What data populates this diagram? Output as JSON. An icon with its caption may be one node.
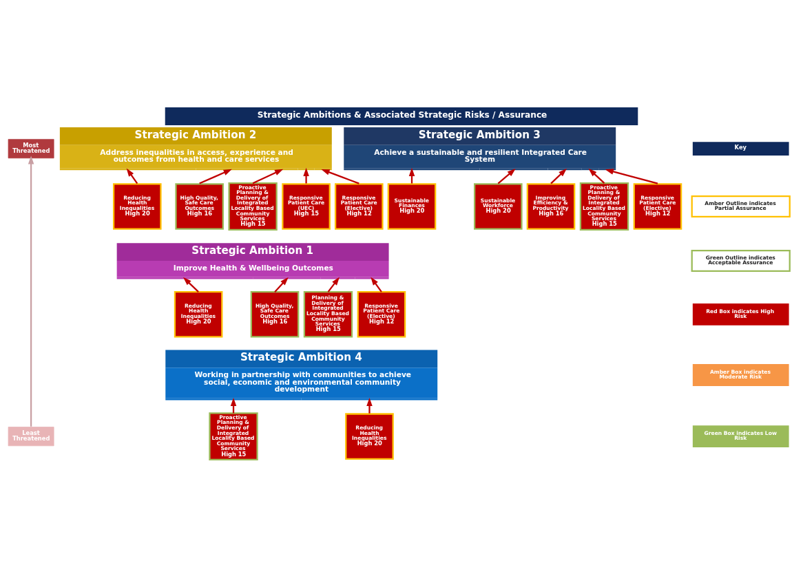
{
  "diagram": {
    "title": "Strategic Ambitions & Associated Strategic Risks / Assurance",
    "nodes": [
      {
        "text": [
          "Most Threatened"
        ]
      },
      {
        "text": [
          "Strategic Ambition 2",
          "Address inequalities in access, experience and outcomes from health and care services"
        ]
      },
      {
        "text": [
          "Strategic Ambition 3",
          "Achieve a sustainable and resilient Integrated Care System"
        ]
      },
      {
        "text": [
          "Reducing Health Inequalities",
          "High 20"
        ]
      },
      {
        "text": [
          "High Quality, Safe Care Outcomes",
          "High 16"
        ]
      },
      {
        "text": [
          "Proactive Planning & Delivery of Integrated Locality Based Community Services",
          "High 15"
        ]
      },
      {
        "text": [
          "Responsive Patient Care (UEC)",
          "High 15"
        ]
      },
      {
        "text": [
          "Responsive Patient Care (Elective)",
          "High 12"
        ]
      },
      {
        "text": [
          "Sustainable Finances",
          "High 20"
        ]
      },
      {
        "text": [
          "Sustainable Workforce",
          "High 20"
        ]
      },
      {
        "text": [
          "Improving Efficiency & Productivity",
          "High 16"
        ]
      },
      {
        "text": [
          "Proactive Planning & Delivery of Integrated Locality Based Community Services",
          "High 15"
        ]
      },
      {
        "text": [
          "Responsive Patient Care (Elective)",
          "High 12"
        ]
      },
      {
        "text": [
          "Strategic Ambition 1",
          "Improve Health & Wellbeing Outcomes"
        ]
      },
      {
        "text": [
          "Reducing Health Inequalities",
          "High 20"
        ]
      },
      {
        "text": [
          "High Quality, Safe Care Outcomes",
          "High 16"
        ]
      },
      {
        "text": [
          "Planning & Delivery of Integrated Locality Based Community Services",
          "High 15"
        ]
      },
      {
        "text": [
          "Responsive Patient Care (Elective)",
          "High 12"
        ]
      },
      {
        "text": [
          "Strategic Ambition 4",
          "Working in partnership with communities to achieve social, economic and environmental community development"
        ]
      },
      {
        "text": [
          "Proactive Planning & Delivery of Integrated Locality Based Community Services",
          "High 15"
        ]
      },
      {
        "text": [
          "Reducing Health Inequalities",
          "High 20"
        ]
      },
      {
        "text": [
          "Least Threatened"
        ]
      }
    ],
    "edges": [
      {
        "from": 3,
        "to": 1,
        "arrow": "to"
      },
      {
        "from": 4,
        "to": 1,
        "arrow": "to"
      },
      {
        "from": 5,
        "to": 1,
        "arrow": "to"
      },
      {
        "from": 6,
        "to": 1,
        "arrow": "to"
      },
      {
        "from": 7,
        "to": 1,
        "arrow": "to"
      },
      {
        "from": 8,
        "to": 2,
        "arrow": "to"
      },
      {
        "from": 9,
        "to": 2,
        "arrow": "to"
      },
      {
        "from": 10,
        "to": 2,
        "arrow": "to"
      },
      {
        "from": 11,
        "to": 2,
        "arrow": "to"
      },
      {
        "from": 12,
        "to": 2,
        "arrow": "to"
      },
      {
        "from": 14,
        "to": 13,
        "arrow": "to"
      },
      {
        "from": 15,
        "to": 13,
        "arrow": "to"
      },
      {
        "from": 16,
        "to": 13,
        "arrow": "to"
      },
      {
        "from": 17,
        "to": 13,
        "arrow": "to"
      },
      {
        "from": 19,
        "to": 18,
        "arrow": "to"
      },
      {
        "from": 20,
        "to": 18,
        "arrow": "to"
      },
      {
        "from": 21,
        "to": 0,
        "arrow": "to",
        "color": "#c9a0a4"
      }
    ],
    "labels": [
      "Key"
    ],
    "legend": [
      {
        "text": "Amber Outline indicates Partial Assurance",
        "color": "#ffc000"
      },
      {
        "text": "Green Outline indicates Acceptable Assurance",
        "color": "#9bbb59"
      },
      {
        "text": "Red Box indicates High Risk",
        "color": "#c00000"
      },
      {
        "text": "Amber Box indicates Moderate Risk",
        "color": "#f79646"
      },
      {
        "text": "Green Box indicates Low Risk",
        "color": "#9bbb59"
      }
    ]
  }
}
